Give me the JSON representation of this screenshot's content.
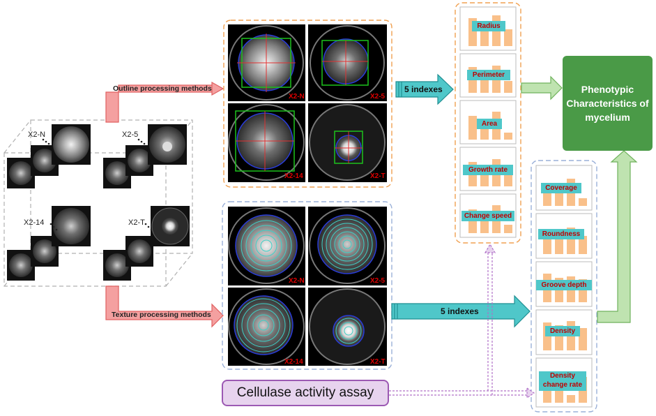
{
  "samples": {
    "n": "X2-N",
    "s5": "X2-5",
    "s14": "X2-14",
    "t": "X2-T"
  },
  "methods": {
    "outline": "Outline processing methods",
    "texture": "Texture processing methods"
  },
  "outline_tags": [
    "X2-N",
    "X2-5",
    "X2-14",
    "X2-T"
  ],
  "texture_tags": [
    "X2-N",
    "X2-5",
    "X2-14",
    "X2-T"
  ],
  "arrows": {
    "top_count": "5 indexes",
    "bottom_count": "5 indexes"
  },
  "outline_indexes": [
    "Radius",
    "Perimeter",
    "Area",
    "Growth rate",
    "Change speed"
  ],
  "texture_indexes": [
    "Coverage",
    "Roundness",
    "Groove depth",
    "Density",
    "Density change rate"
  ],
  "phenotype": {
    "title": "Phenotypic Characteristics of mycelium"
  },
  "assay": {
    "label": "Cellulase activity assay"
  },
  "colors": {
    "outline_frame": "#f0a050",
    "texture_frame": "#9ab0d8",
    "pheno_box": "#4a9a47",
    "arrow_red": "#f4a0a0",
    "arrow_teal": "#4fc7c9",
    "arrow_green": "#bfe3b0",
    "bar": "#f9c08a",
    "assay_purple": "#9c59b3"
  }
}
